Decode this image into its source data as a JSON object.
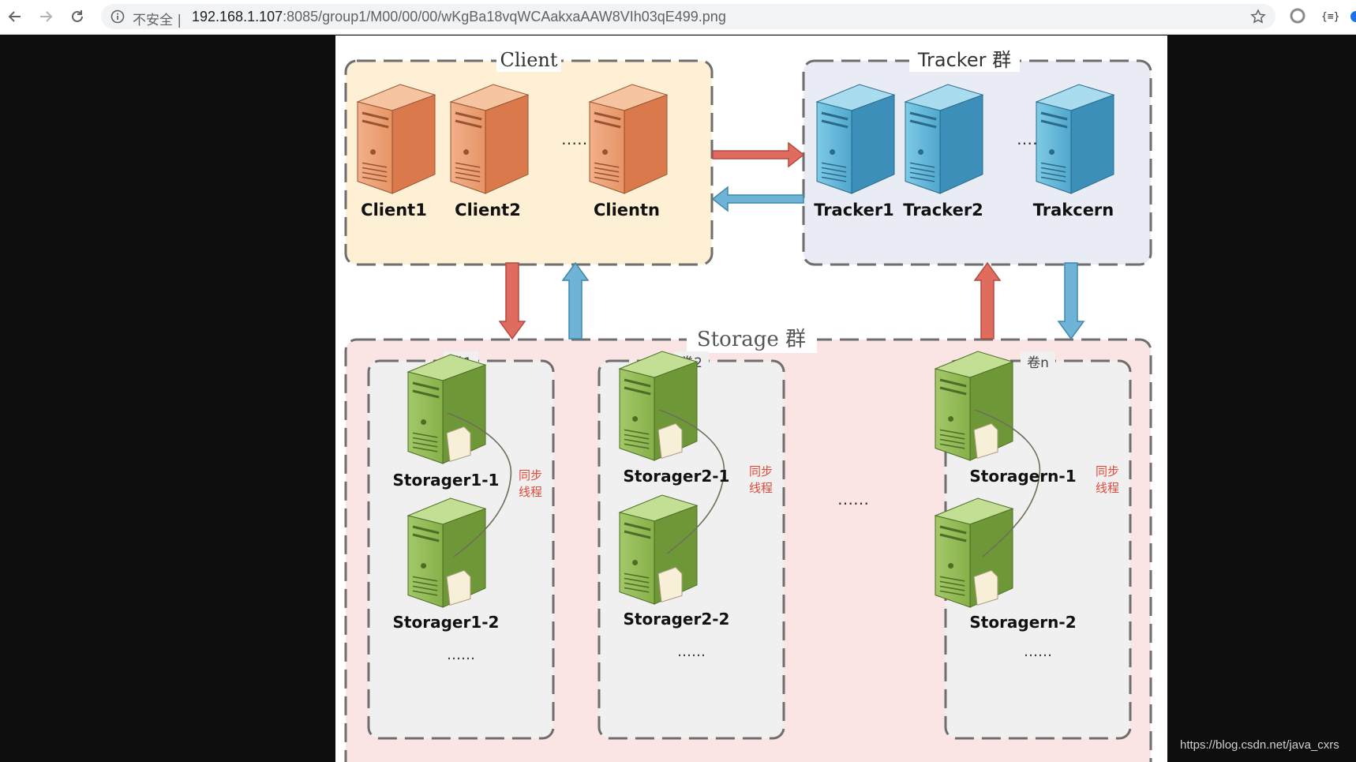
{
  "browser": {
    "security_label": "不安全",
    "url_host": "192.168.1.107",
    "url_rest": ":8085/group1/M00/00/00/wKgBa18vqWCAakxaAAW8VIh03qE499.png",
    "icons": [
      "back-icon",
      "forward-icon",
      "reload-icon",
      "info-icon",
      "bookmark-star-icon",
      "extension-circle-icon",
      "extension-json-icon"
    ]
  },
  "diagram": {
    "client_group": {
      "title": "Client",
      "servers": [
        "Client1",
        "Client2",
        "Clientn"
      ],
      "ellipsis": "……"
    },
    "tracker_group": {
      "title": "Tracker 群",
      "servers": [
        "Tracker1",
        "Tracker2",
        "Trakcern"
      ],
      "ellipsis": "……"
    },
    "storage_group": {
      "title": "Storage 群",
      "middle_ellipsis": "……",
      "volumes": [
        {
          "label": "卷1",
          "top": "Storager1-1",
          "bottom": "Storager1-2",
          "sync": [
            "同步",
            "线程"
          ],
          "more": "……"
        },
        {
          "label": "卷2",
          "top": "Storager2-1",
          "bottom": "Storager2-2",
          "sync": [
            "同步",
            "线程"
          ],
          "more": "……"
        },
        {
          "label": "卷n",
          "top": "Storagern-1",
          "bottom": "Storagern-2",
          "sync": [
            "同步",
            "线程"
          ],
          "more": "……"
        }
      ]
    },
    "colors": {
      "client_fill": "#fdf0d4",
      "tracker_fill": "#e9ecf4",
      "storage_fill": "#fbe4e4",
      "volume_fill": "#f0f0f0",
      "arrow_red": "#e06c60",
      "arrow_blue": "#6fb3d6",
      "sync_text": "#e04a3a"
    }
  },
  "watermark": "https://blog.csdn.net/java_cxrs"
}
